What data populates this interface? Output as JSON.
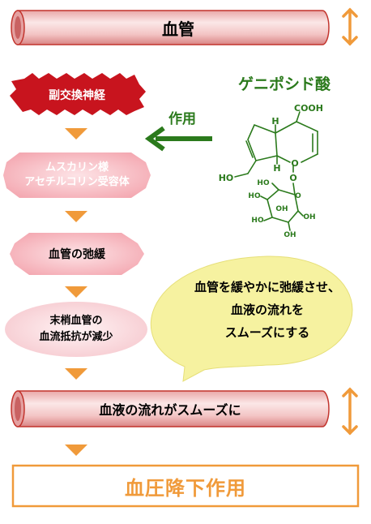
{
  "vessel_top": {
    "label": "血管"
  },
  "compound": {
    "name": "ゲニポシド酸",
    "cooh": "COOH",
    "h_top": "H",
    "h_bottom": "H",
    "o_ring": "O",
    "o_link": "O",
    "ho_side": "HO",
    "sugar_ho1": "HO",
    "sugar_o": "O",
    "sugar_ho2": "HO",
    "sugar_oh1": "OH",
    "sugar_oh2": "OH",
    "sugar_oh3": "OH"
  },
  "action_label": "作用",
  "steps": [
    {
      "line1": "副交換神経",
      "line2": ""
    },
    {
      "line1": "ムスカリン様",
      "line2": "アセチルコリン受容体"
    },
    {
      "line1": "血管の弛緩",
      "line2": ""
    },
    {
      "line1": "末梢血管の",
      "line2": "血流抵抗が減少"
    }
  ],
  "speech": {
    "line1": "血管を緩やかに弛緩させ、",
    "line2": "血液の流れを",
    "line3": "スムーズにする"
  },
  "vessel_bottom": {
    "label": "血液の流れがスムーズに"
  },
  "result": {
    "label": "血圧降下作用"
  },
  "colors": {
    "vessel_fill": "#f6d3d3",
    "vessel_stroke": "#c2342d",
    "orange": "#f09a3a",
    "dark_red": "#c8141e",
    "green": "#2b7a1c",
    "pink": "#f7c3c8",
    "speech": "#f6f2a0"
  }
}
